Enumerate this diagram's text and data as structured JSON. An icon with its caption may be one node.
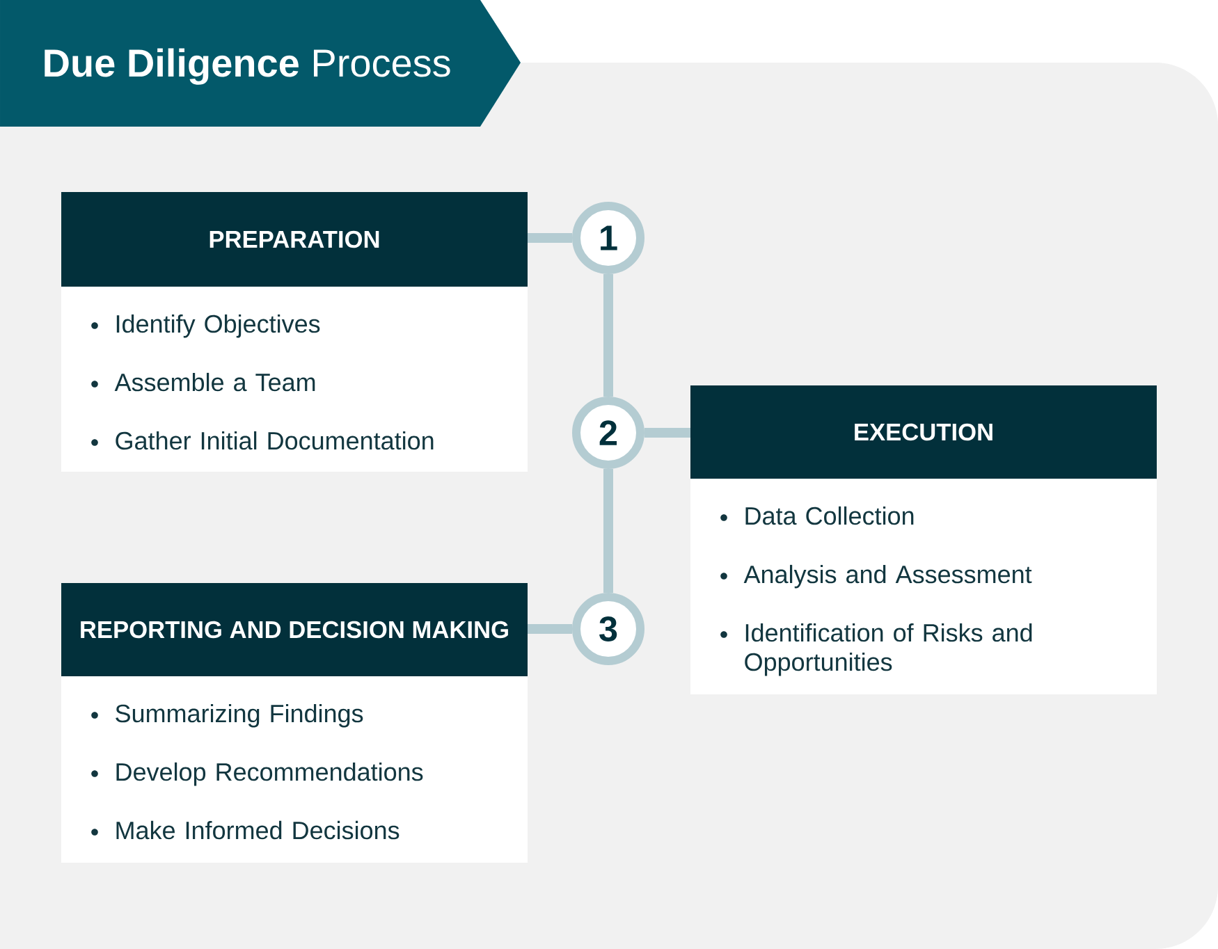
{
  "diagram": {
    "title": "**Due Diligence** Process",
    "nodes": [
      {
        "text": [
          "PREPARATION",
          "Identify Objectives",
          "Assemble a Team",
          "Gather Initial Documentation"
        ]
      },
      {
        "text": [
          "1"
        ]
      },
      {
        "text": [
          "2"
        ]
      },
      {
        "text": [
          "EXECUTION",
          "Data Collection",
          "Analysis and Assessment",
          "Identification of Risks and Opportunities"
        ]
      },
      {
        "text": [
          "3"
        ]
      },
      {
        "text": [
          "REPORTING AND DECISION MAKING",
          "Summarizing Findings",
          "Develop Recommendations",
          "Make Informed Decisions"
        ]
      }
    ],
    "edges": [
      {
        "from": 0,
        "to": 1,
        "arrow": "none"
      },
      {
        "from": 1,
        "to": 2,
        "arrow": "none"
      },
      {
        "from": 2,
        "to": 3,
        "arrow": "none"
      },
      {
        "from": 2,
        "to": 4,
        "arrow": "none"
      },
      {
        "from": 4,
        "to": 5,
        "arrow": "none"
      }
    ]
  }
}
